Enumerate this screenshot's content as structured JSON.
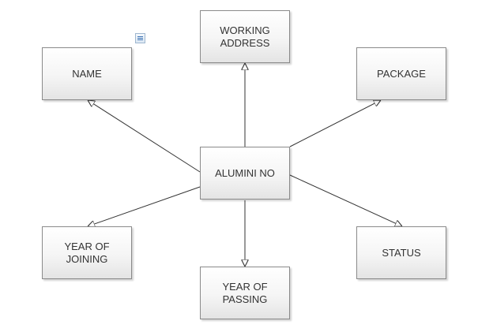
{
  "diagram": {
    "center": {
      "label": "ALUMINI NO"
    },
    "attributes": {
      "working_address": "WORKING ADDRESS",
      "name": "NAME",
      "package": "PACKAGE",
      "year_of_joining": "YEAR OF JOINING",
      "status": "STATUS",
      "year_of_passing": "YEAR OF PASSING"
    },
    "colors": {
      "border": "#8a8a8a",
      "text": "#333333",
      "connector": "#333333",
      "icon_accent": "#3f74b5"
    },
    "icons": {
      "menu": "menu-icon"
    }
  }
}
